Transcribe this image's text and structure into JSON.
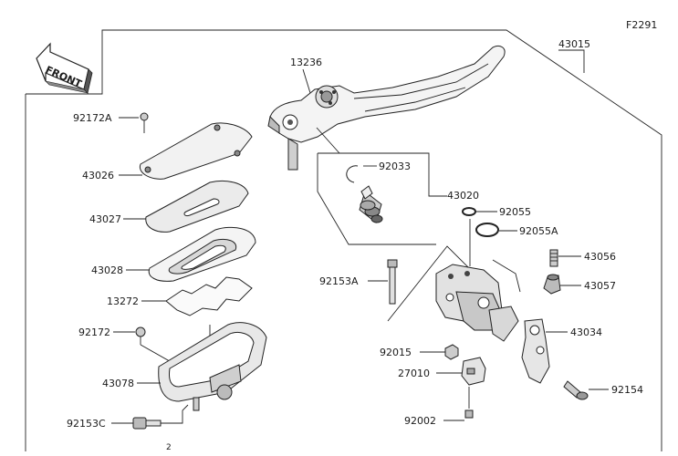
{
  "figure_code": "F2291",
  "front_label": "FRONT",
  "part_numbers": {
    "lever_assembly": "43015",
    "lever": "13236",
    "cap_screw": "92172A",
    "reservoir_cap": "43026",
    "plate": "43027",
    "diaphragm": "43028",
    "float_plate": "13272",
    "screw": "92172",
    "reservoir": "43078",
    "bolt_c": "92153C",
    "circlip": "92033",
    "piston_set": "43020",
    "o_ring": "92055",
    "o_ring_a": "92055A",
    "bolt_a": "92153A",
    "bleeder_valve": "43056",
    "bleeder_cap": "43057",
    "holder": "43034",
    "nut": "92015",
    "switch": "27010",
    "bolt": "92154",
    "switch_screw": "92002"
  },
  "bottom_mark": "2"
}
